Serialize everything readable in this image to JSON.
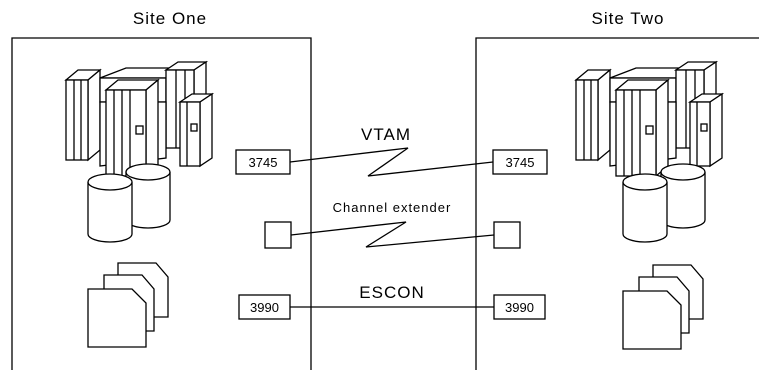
{
  "sites": [
    {
      "name": "Site One"
    },
    {
      "name": "Site Two"
    }
  ],
  "links": [
    {
      "label": "VTAM",
      "left_device": "3745",
      "right_device": "3745"
    },
    {
      "label": "Channel extender",
      "left_device": "",
      "right_device": ""
    },
    {
      "label": "ESCON",
      "left_device": "3990",
      "right_device": "3990"
    }
  ],
  "icons": {
    "mainframe": "mainframe-icon",
    "disk": "disk-storage-icon",
    "tape": "tape-cartridges-icon"
  }
}
